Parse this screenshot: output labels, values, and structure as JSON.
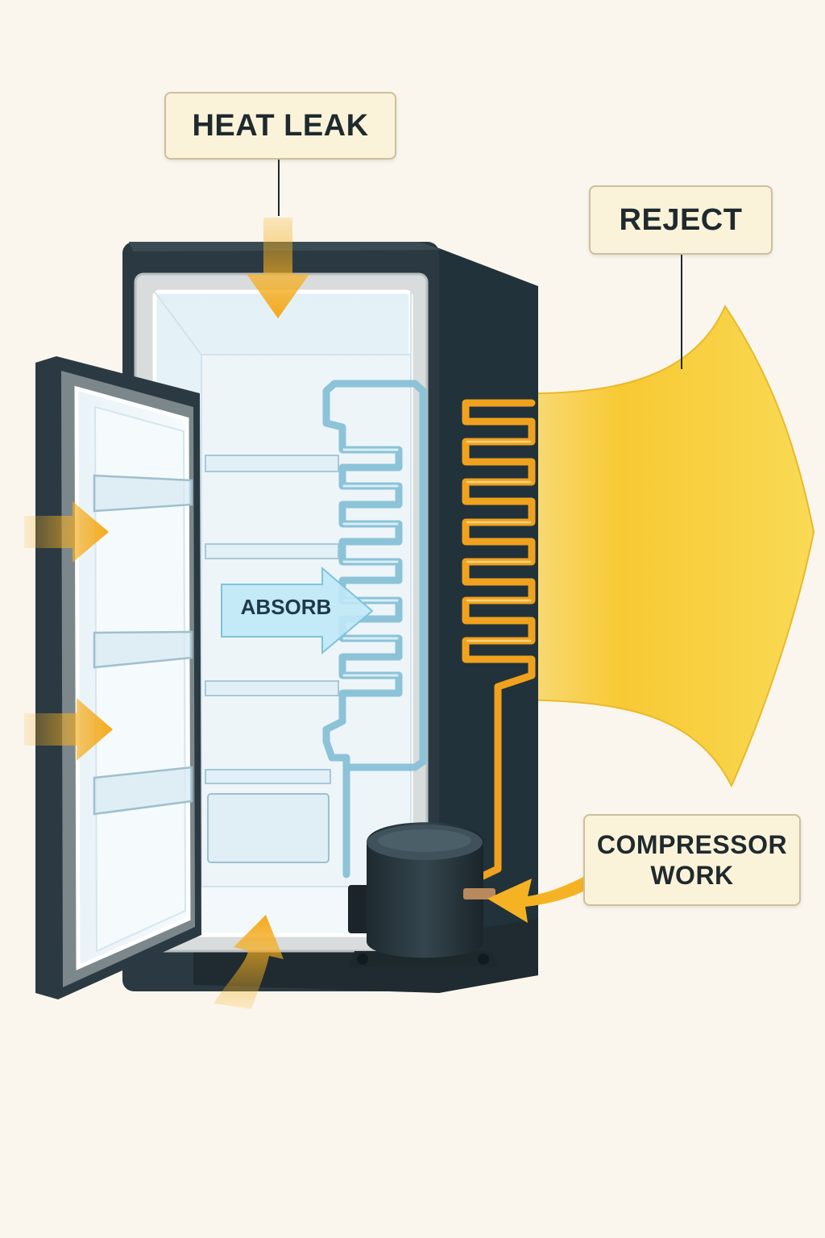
{
  "labels": {
    "heat_leak": "HEAT LEAK",
    "reject": "REJECT",
    "absorb": "ABSORB",
    "compressor_work_line1": "COMPRESSOR",
    "compressor_work_line2": "WORK"
  },
  "colors": {
    "background": "#faf6ee",
    "cabinet": "#2b3a42",
    "heat_arrow": "#f5b324",
    "reject_fill": "#f7cc2a",
    "condenser_coil": "#f0a21e",
    "evaporator_coil": "#a9d8ea",
    "absorb_arrow": "#bfe8f6",
    "callout_fill": "#fbf3d9",
    "callout_border": "#cdbf9f"
  }
}
